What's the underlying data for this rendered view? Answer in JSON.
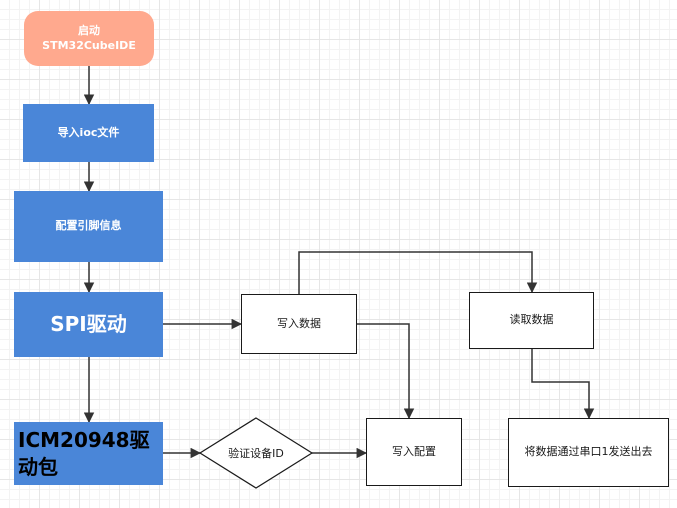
{
  "nodes": {
    "start_line1": "启动",
    "start_line2": "STM32CubeIDE",
    "import_ioc": "导入ioc文件",
    "config_pins": "配置引脚信息",
    "spi_driver": "SPI驱动",
    "icm_driver": "ICM20948驱动包",
    "write_data": "写入数据",
    "read_data": "读取数据",
    "verify_id": "验证设备ID",
    "write_config": "写入配置",
    "send_uart": "将数据通过串口1发送出去"
  },
  "colors": {
    "start_fill": "#ffa98e",
    "process_fill": "#4a86d8",
    "line": "#333333"
  }
}
